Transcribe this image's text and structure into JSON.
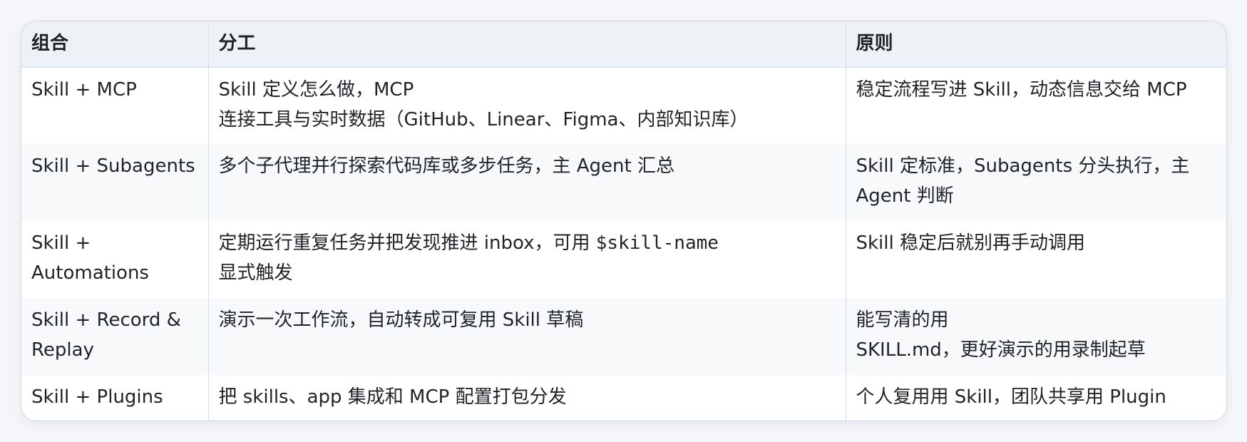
{
  "table": {
    "headers": [
      "组合",
      "分工",
      "原则"
    ],
    "rows": [
      {
        "combo": "Skill + MCP",
        "division_line1": "Skill 定义怎么做，MCP",
        "division_line2": "连接工具与实时数据（GitHub、Linear、Figma、内部知识库）",
        "principle_line1": "稳定流程写进 Skill，动态信息交给 MCP",
        "principle_line2": ""
      },
      {
        "combo": "Skill + Subagents",
        "division_line1": "多个子代理并行探索代码库或多步任务，主 Agent 汇总",
        "division_line2": "",
        "principle_line1": "Skill 定标准，Subagents 分头执行，主",
        "principle_line2": "Agent 判断"
      },
      {
        "combo_line1": "Skill +",
        "combo_line2": "Automations",
        "division_pre": "定期运行重复任务并把发现推进 inbox，可用 ",
        "division_code": "$skill-name",
        "division_line2": "显式触发",
        "principle_line1": "Skill 稳定后就别再手动调用",
        "principle_line2": ""
      },
      {
        "combo_line1": "Skill + Record &",
        "combo_line2": "Replay",
        "division_line1": "演示一次工作流，自动转成可复用 Skill 草稿",
        "division_line2": "",
        "principle_line1": "能写清的用",
        "principle_line2": "SKILL.md，更好演示的用录制起草"
      },
      {
        "combo": "Skill + Plugins",
        "division_line1": "把 skills、app 集成和 MCP 配置打包分发",
        "division_line2": "",
        "principle_line1": "个人复用用 Skill，团队共享用 Plugin",
        "principle_line2": ""
      }
    ]
  }
}
